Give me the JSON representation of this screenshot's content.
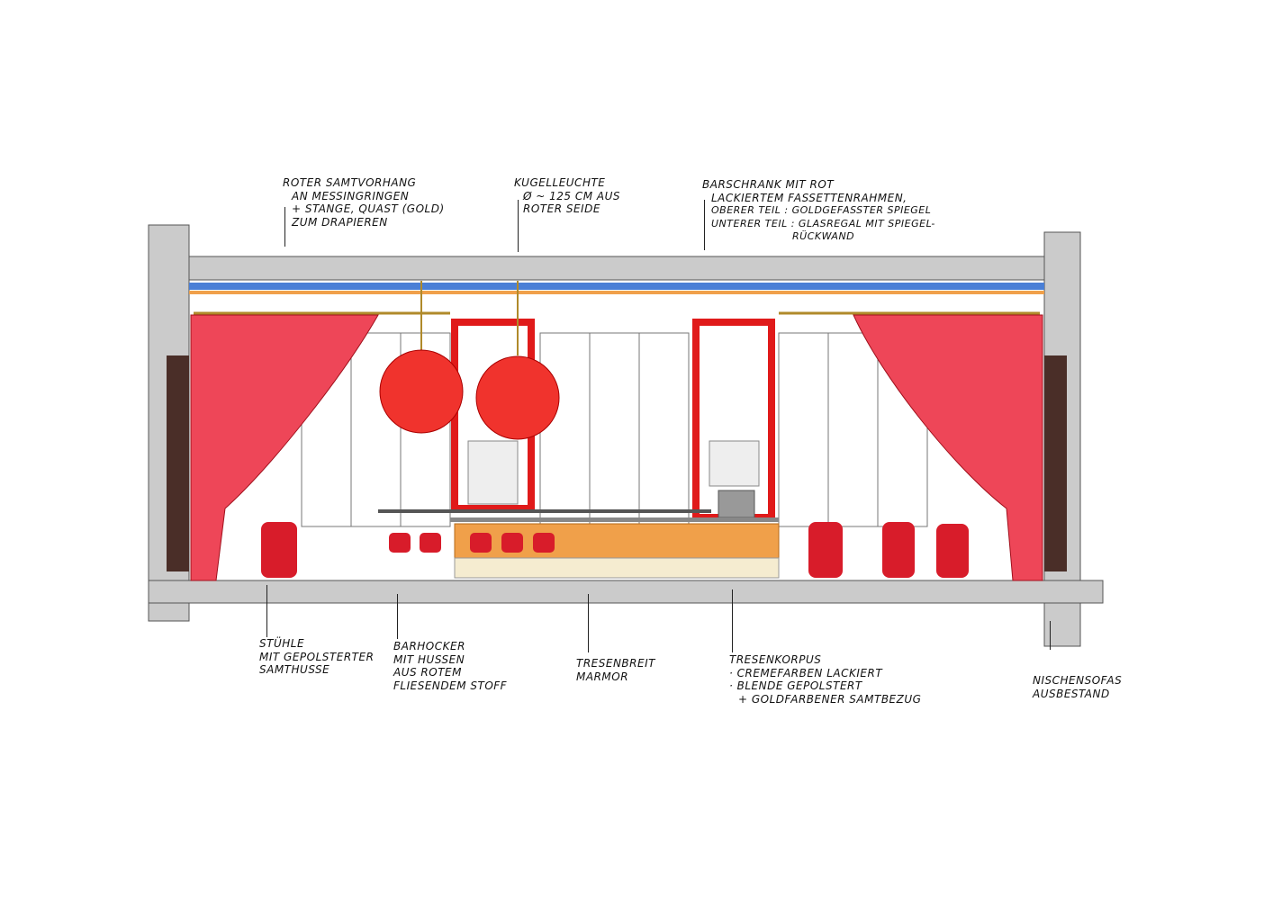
{
  "colors": {
    "curtain": "#e8323c",
    "wall": "#c9c9c9",
    "counter": "#f0a04a",
    "frame": "#e01a1a",
    "blue": "#4a7fd6"
  },
  "annotations": {
    "curtain": [
      "ROTER SAMTVORHANG",
      "AN MESSINGRINGEN",
      "+ STANGE, QUAST (GOLD)",
      "ZUM DRAPIEREN"
    ],
    "lamp": [
      "KUGELLEUCHTE",
      "Ø ~ 125 CM AUS",
      "ROTER SEIDE"
    ],
    "cabinet": [
      "BARSCHRANK MIT ROT",
      "LACKIERTEM FASSETTENRAHMEN,",
      "OBERER TEIL : GOLDGEFASSTER SPIEGEL",
      "UNTERER TEIL : GLASREGAL MIT SPIEGEL-",
      "RÜCKWAND"
    ],
    "chairs": [
      "STÜHLE",
      "MIT GEPOLSTERTER",
      "SAMTHUSSE"
    ],
    "stools": [
      "BARHOCKER",
      "MIT HUSSEN",
      "AUS ROTEM",
      "FLIESENDEM STOFF"
    ],
    "countertop": [
      "TRESENBREIT",
      "MARMOR"
    ],
    "counterbody": [
      "TRESENKORPUS",
      "· CREMEFARBEN LACKIERT",
      "· BLENDE GEPOLSTERT",
      "+ GOLDFARBENER SAMTBEZUG"
    ],
    "sofas": [
      "NISCHENSOFAS",
      "AUSBESTAND"
    ]
  }
}
